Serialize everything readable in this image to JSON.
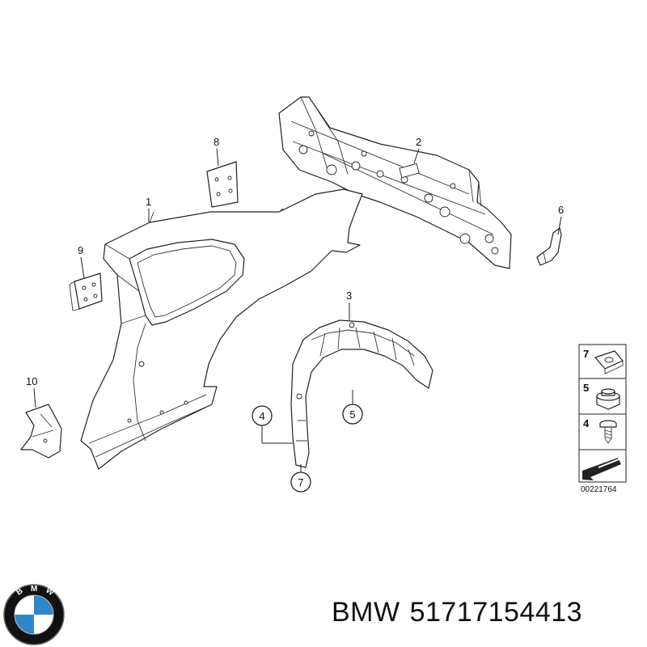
{
  "callouts": {
    "c1": "1",
    "c2": "2",
    "c3": "3",
    "c4": "4",
    "c5": "5",
    "c6": "6",
    "c7": "7",
    "c8": "8",
    "c9": "9",
    "c10": "10"
  },
  "legend": {
    "items": [
      "7",
      "5",
      "4"
    ],
    "diagram_id": "00221764"
  },
  "footer": {
    "brand": "BMW",
    "part_number": "51717154413"
  },
  "logo": {
    "letters": "BMW",
    "colors": {
      "ring": "#111111",
      "blue": "#2f86c8",
      "white": "#ffffff"
    }
  }
}
